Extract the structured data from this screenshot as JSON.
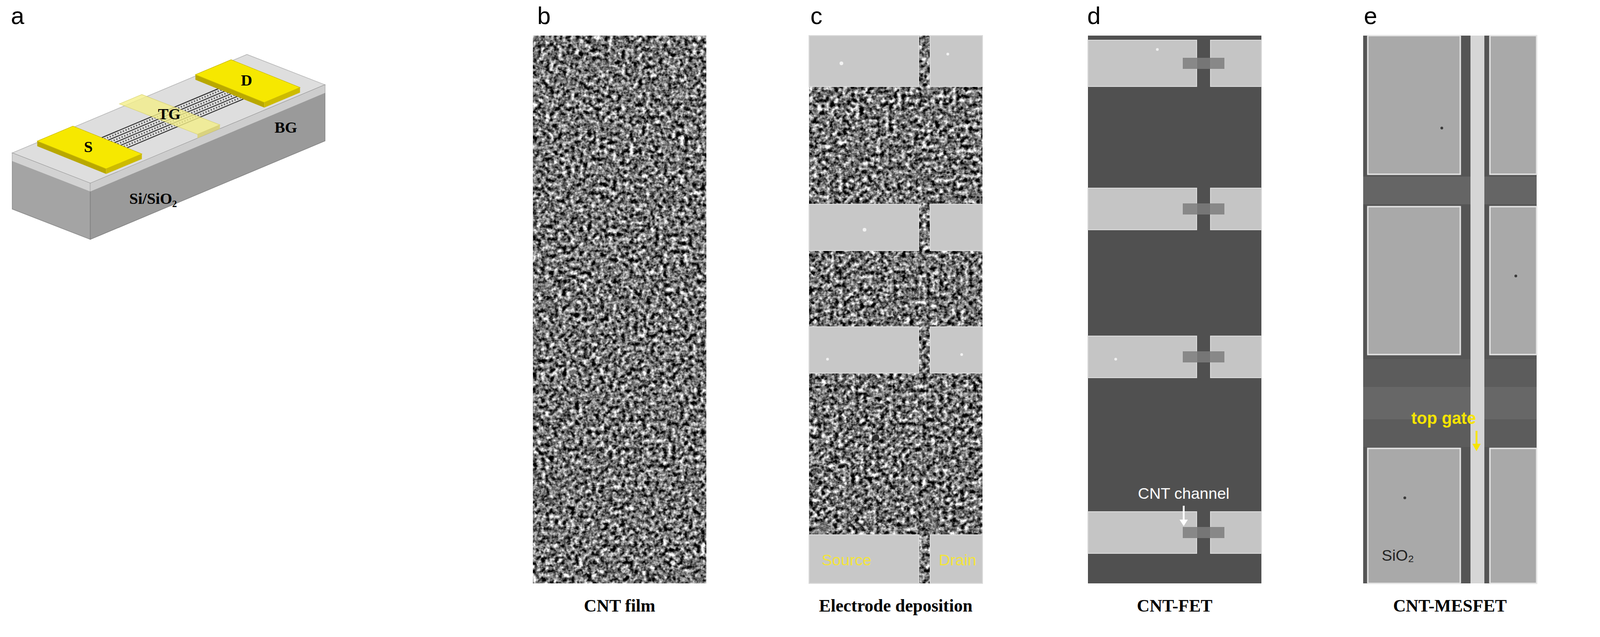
{
  "diagram": {
    "nodes": [
      {
        "text": [
          "CNT film"
        ]
      },
      {
        "text": [
          "Electrode deposition"
        ]
      },
      {
        "text": [
          "CNT-FET"
        ]
      },
      {
        "text": [
          "CNT-MESFET"
        ]
      }
    ],
    "labels": [
      "a",
      "S",
      "TG",
      "D",
      "BG",
      "Si/SiO₂",
      "b",
      "c",
      "Source",
      "Drain",
      "d",
      "CNT channel",
      "e",
      "top gate",
      "SiO₂"
    ]
  }
}
